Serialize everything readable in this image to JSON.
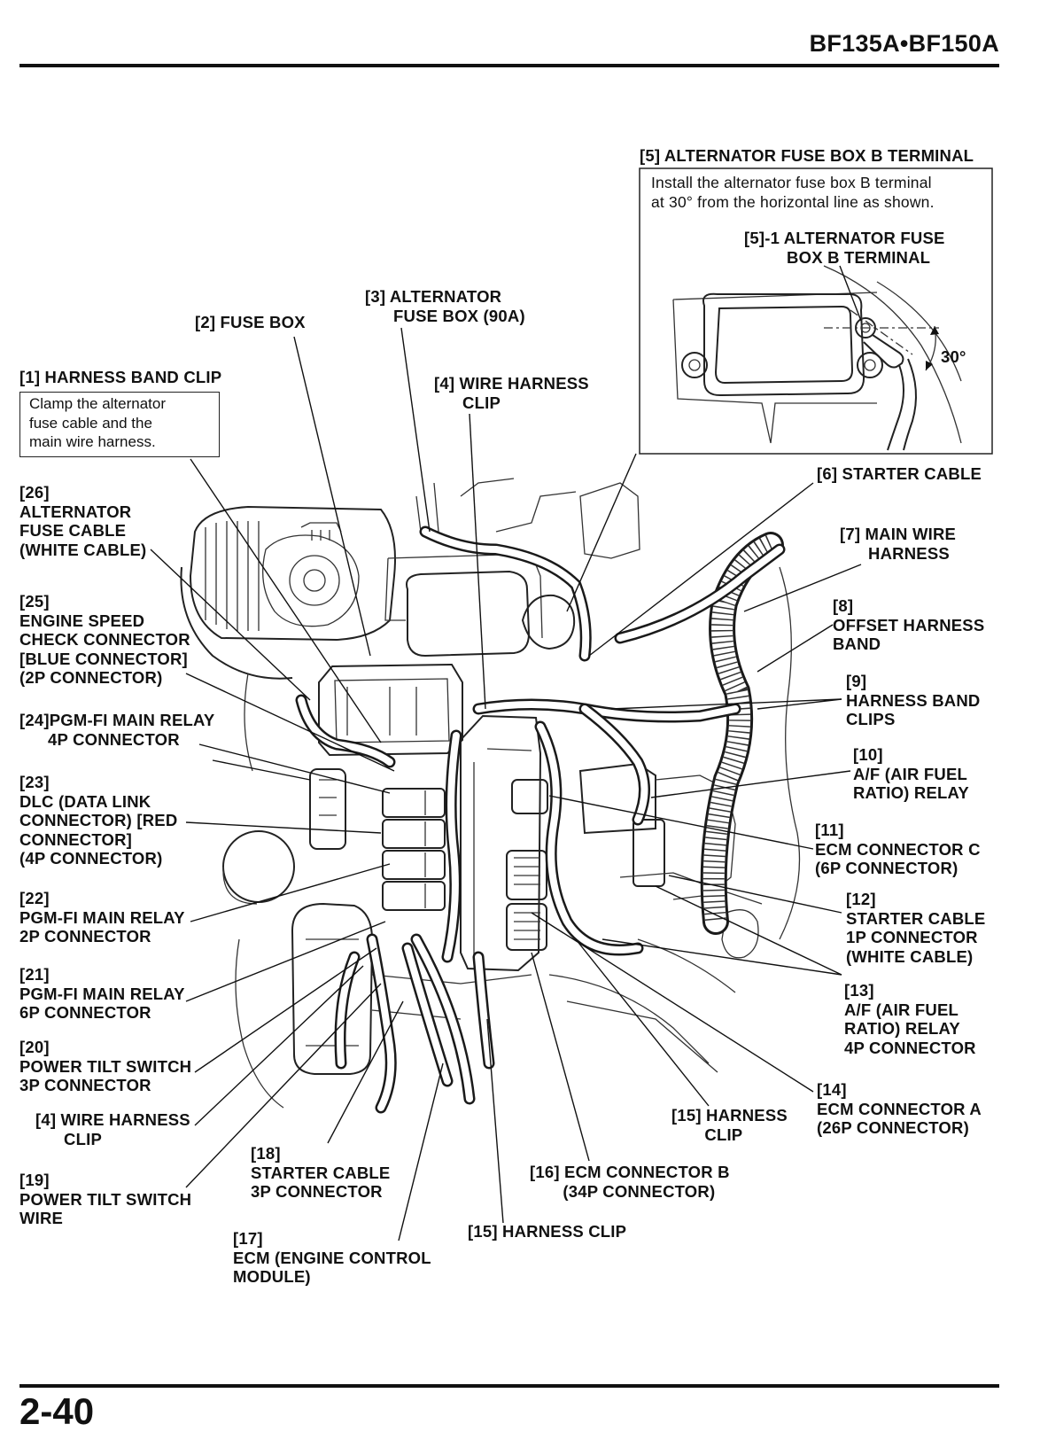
{
  "header": {
    "model": "BF135A•BF150A"
  },
  "footer": {
    "page_number": "2-40"
  },
  "inset": {
    "title": "[5] ALTERNATOR FUSE BOX B TERMINAL",
    "instruction": "Install the alternator fuse box B terminal\nat 30° from the horizontal line as shown.",
    "sub_label": "[5]-1 ALTERNATOR FUSE\n         BOX B TERMINAL",
    "angle": "30°"
  },
  "notes": {
    "harness_band_clip": "Clamp the alternator\nfuse cable and the\nmain wire harness."
  },
  "labels": {
    "l1": "[1] HARNESS BAND CLIP",
    "l2": "[2] FUSE BOX",
    "l3": "[3] ALTERNATOR\n      FUSE BOX (90A)",
    "l4a": "[4] WIRE HARNESS\n      CLIP",
    "l6": "[6] STARTER CABLE",
    "l7": "[7] MAIN WIRE\n      HARNESS",
    "l8": "[8]\nOFFSET HARNESS\nBAND",
    "l9": "[9]\nHARNESS BAND\nCLIPS",
    "l10": "[10]\nA/F (AIR FUEL\nRATIO) RELAY",
    "l11": "[11]\nECM CONNECTOR C\n(6P CONNECTOR)",
    "l12": "[12]\nSTARTER CABLE\n1P CONNECTOR\n(WHITE CABLE)",
    "l13": "[13]\nA/F (AIR FUEL\nRATIO) RELAY\n4P CONNECTOR",
    "l14": "[14]\nECM CONNECTOR A\n(26P CONNECTOR)",
    "l15a": "[15] HARNESS\n       CLIP",
    "l15b": "[15] HARNESS CLIP",
    "l16": "[16] ECM CONNECTOR B\n       (34P CONNECTOR)",
    "l17": "[17]\nECM (ENGINE CONTROL\nMODULE)",
    "l18": "[18]\nSTARTER CABLE\n3P CONNECTOR",
    "l19": "[19]\nPOWER TILT SWITCH\nWIRE",
    "l4b": "[4] WIRE HARNESS\n      CLIP",
    "l20": "[20]\nPOWER TILT SWITCH\n3P CONNECTOR",
    "l21": "[21]\nPGM-FI MAIN RELAY\n6P CONNECTOR",
    "l22": "[22]\nPGM-FI MAIN RELAY\n2P CONNECTOR",
    "l23": "[23]\nDLC (DATA LINK\nCONNECTOR) [RED\nCONNECTOR]\n(4P CONNECTOR)",
    "l24": "[24]PGM-FI MAIN RELAY\n      4P CONNECTOR",
    "l25": "[25]\nENGINE SPEED\nCHECK CONNECTOR\n[BLUE CONNECTOR]\n(2P CONNECTOR)",
    "l26": "[26]\nALTERNATOR\nFUSE CABLE\n(WHITE CABLE)"
  }
}
